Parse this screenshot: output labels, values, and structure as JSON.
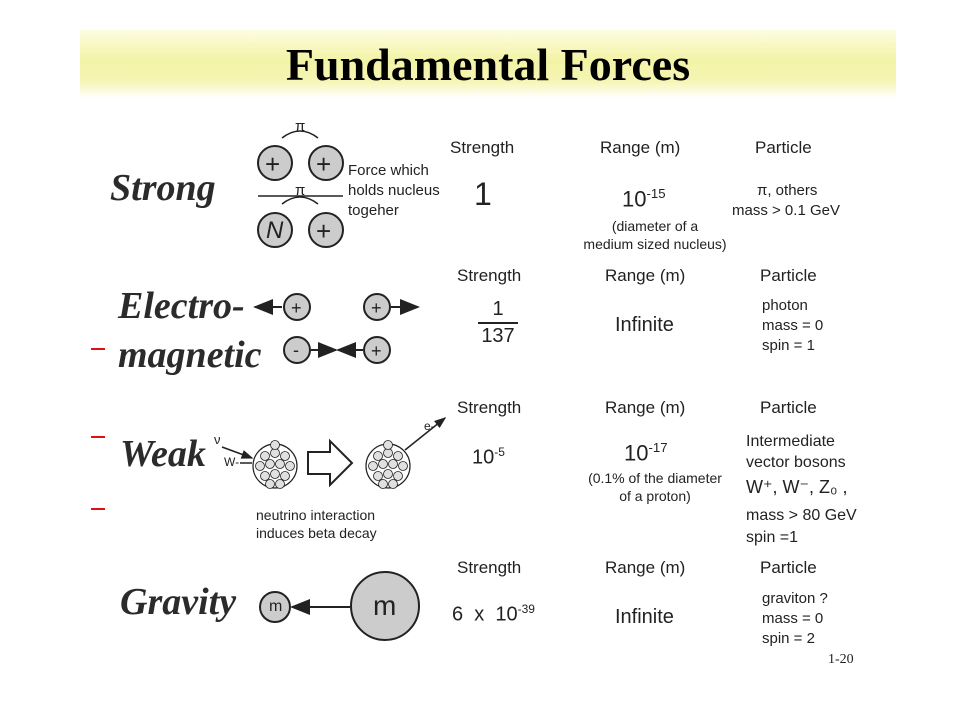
{
  "title": "Fundamental Forces",
  "slide_number": "1-20",
  "colors": {
    "title_band": "#f3f3a6",
    "bullet_dash": "#dd1111",
    "particle_fill": "#cccccc"
  },
  "headers": {
    "strength": "Strength",
    "range": "Range (m)",
    "particle": "Particle"
  },
  "strong": {
    "name": "Strong",
    "pion_label": "π",
    "plus": "+",
    "nucleon": "N",
    "description": [
      "Force which",
      "holds nucleus",
      "togeher"
    ],
    "strength": "1",
    "range_base": "10",
    "range_exp": "-15",
    "range_note": [
      "(diameter of a",
      "medium sized nucleus)"
    ],
    "particle": [
      "π, others",
      "mass > 0.1 GeV"
    ]
  },
  "em": {
    "name_line1": "Electro-",
    "name_line2": "magnetic",
    "plus": "+",
    "minus": "-",
    "strength_num": "1",
    "strength_den": "137",
    "range": "Infinite",
    "particle": [
      "photon",
      "mass = 0",
      "spin = 1"
    ]
  },
  "weak": {
    "name": "Weak",
    "nu_label": "ν",
    "w_label": "W-",
    "electron_label": "e-",
    "caption": [
      "neutrino interaction",
      "induces beta decay"
    ],
    "strength_base": "10",
    "strength_exp": "-5",
    "range_base": "10",
    "range_exp": "-17",
    "range_note": [
      "(0.1% of the diameter",
      "of a proton)"
    ],
    "particle": [
      "Intermediate",
      "vector bosons",
      "W⁺, W⁻, Z₀ ,",
      "mass > 80 GeV",
      "spin =1"
    ]
  },
  "gravity": {
    "name": "Gravity",
    "small_mass": "m",
    "large_mass": "m",
    "strength_coef": "6  x  10",
    "strength_exp": "-39",
    "range": "Infinite",
    "particle": [
      "graviton ?",
      "mass = 0",
      "spin = 2"
    ]
  }
}
